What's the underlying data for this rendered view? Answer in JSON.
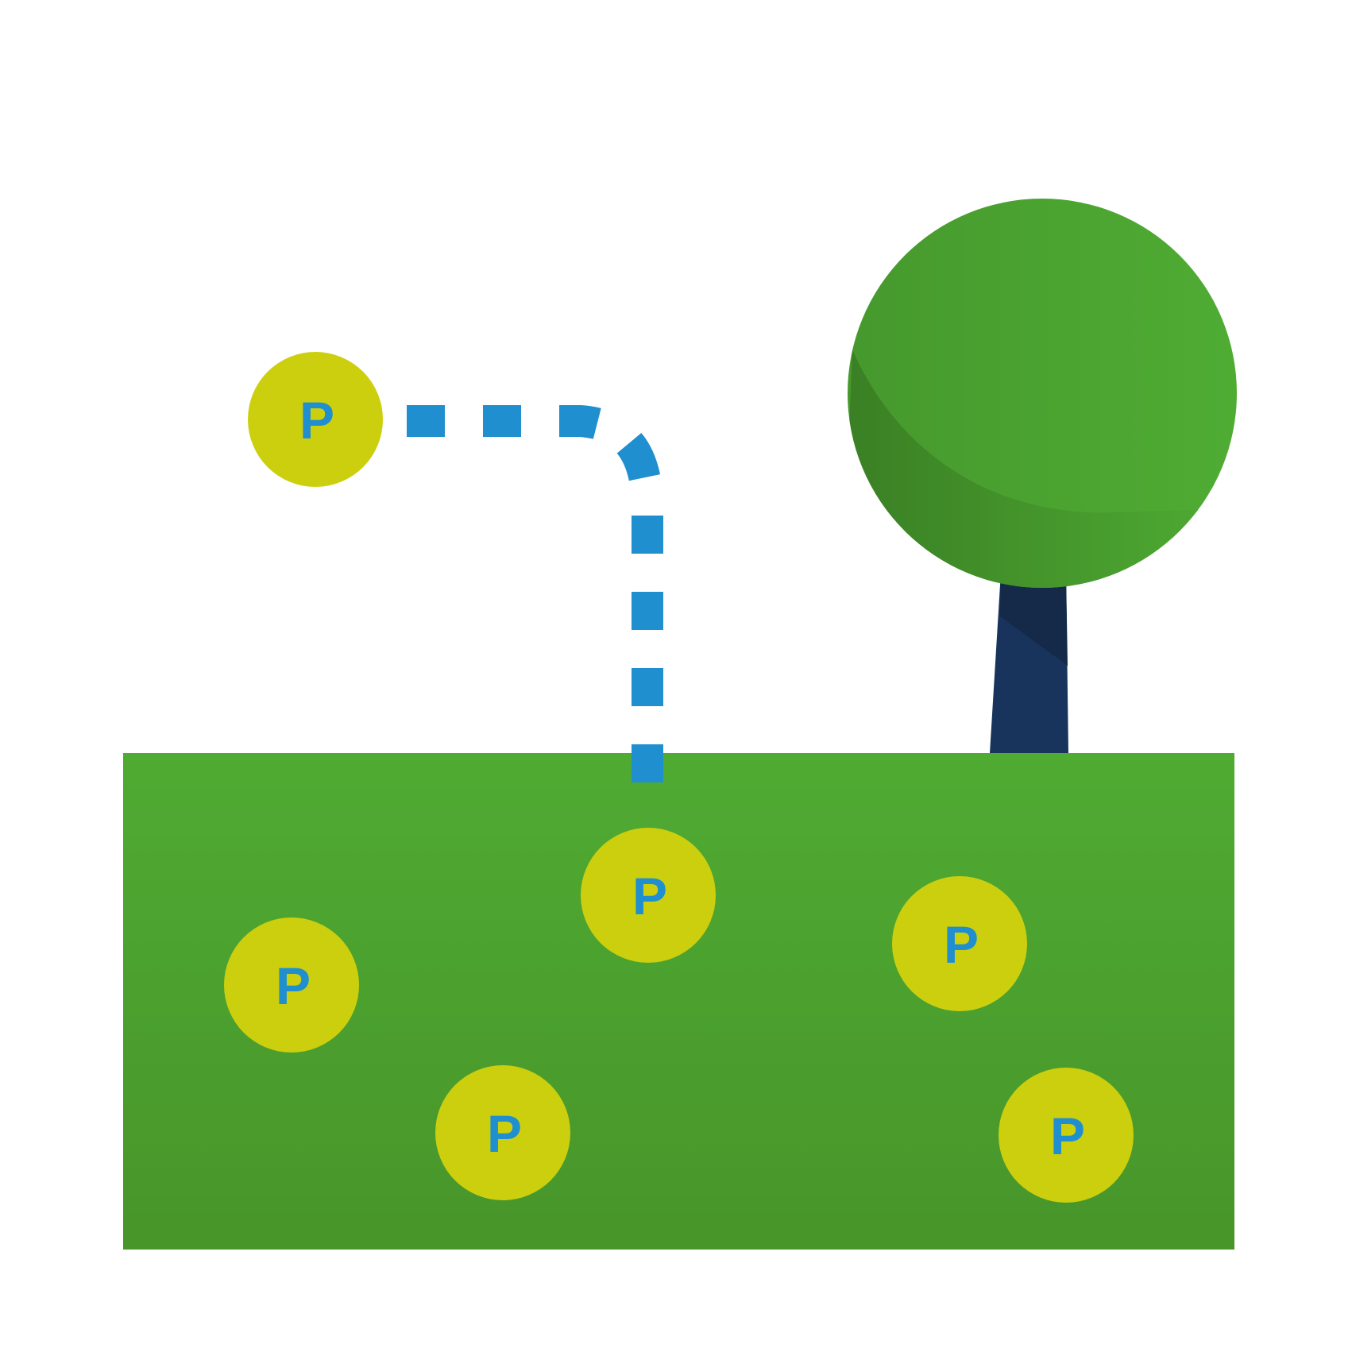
{
  "colors": {
    "background": "#ffffff",
    "ground_top": "#4fab32",
    "ground_bottom": "#48952a",
    "tree_crown_light": "#4fac33",
    "tree_crown_mid": "#46992d",
    "tree_crown_dark": "#3a7f24",
    "trunk": "#19345c",
    "trunk_shadow": "#142a48",
    "particle_fill": "#cccf0e",
    "particle_label": "#208fd0",
    "path_dash": "#208fd0"
  },
  "particle_label": "P",
  "particles": [
    {
      "id": "falling",
      "label": "P",
      "on_ground": false
    },
    {
      "id": "ground-1",
      "label": "P",
      "on_ground": true
    },
    {
      "id": "ground-2",
      "label": "P",
      "on_ground": true
    },
    {
      "id": "ground-3",
      "label": "P",
      "on_ground": true
    },
    {
      "id": "ground-4",
      "label": "P",
      "on_ground": true
    },
    {
      "id": "ground-5",
      "label": "P",
      "on_ground": true
    }
  ]
}
